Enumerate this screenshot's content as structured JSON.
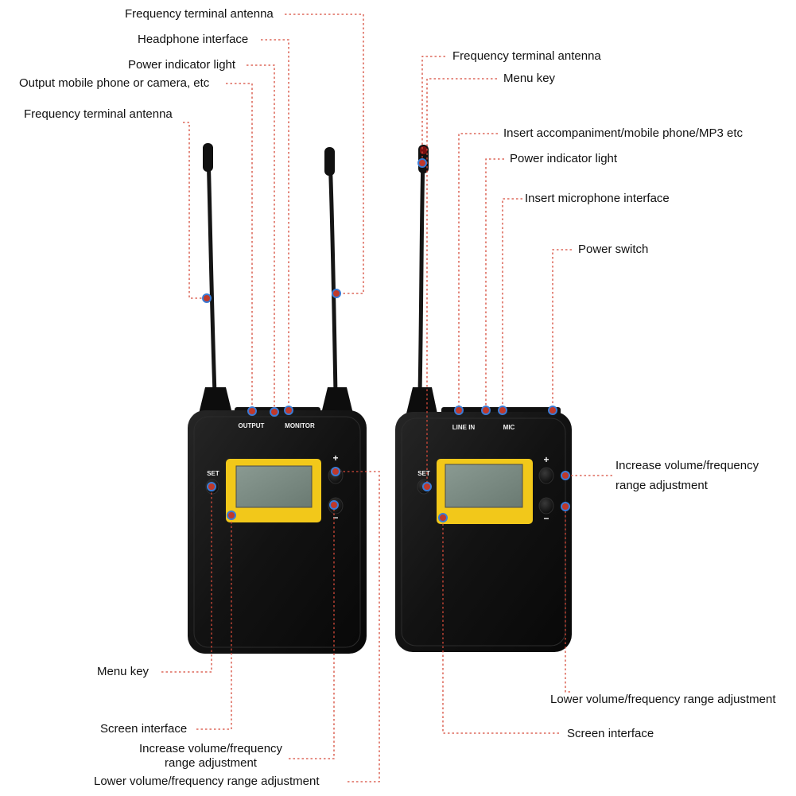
{
  "transmitter": {
    "ports": {
      "output": "OUTPUT",
      "monitor": "MONITOR"
    },
    "buttons": {
      "set": "SET",
      "plus": "+",
      "minus": "−"
    }
  },
  "receiver": {
    "ports": {
      "line_in": "LINE IN",
      "mic": "MIC"
    },
    "buttons": {
      "set": "SET",
      "plus": "+",
      "minus": "−"
    }
  },
  "callouts_left_device": {
    "freq_antenna_top": "Frequency terminal antenna",
    "headphone": "Headphone interface",
    "power_light": "Power indicator light",
    "output_phone": "Output mobile phone or camera, etc",
    "freq_antenna_left": "Frequency terminal antenna",
    "menu_key": "Menu key",
    "screen": "Screen interface",
    "increase_line1": "Increase volume/frequency",
    "increase_line2": "range adjustment",
    "lower": "Lower volume/frequency range adjustment"
  },
  "callouts_right_device": {
    "freq_antenna": "Frequency terminal antenna",
    "menu_key": "Menu key",
    "insert_accomp": "Insert accompaniment/mobile phone/MP3 etc",
    "power_light": "Power indicator light",
    "insert_mic": "Insert microphone interface",
    "power_switch": "Power switch",
    "increase_line1": "Increase volume/frequency",
    "increase_line2": "range adjustment",
    "lower": "Lower volume/frequency range adjustment",
    "screen": "Screen interface"
  },
  "colors": {
    "marker": "#c0392b",
    "marker_ring": "#3a7bd5",
    "leader": "#d64a3a",
    "body": "#121212",
    "screen_frame": "#f2c81a",
    "lcd": "#7c8c84"
  }
}
